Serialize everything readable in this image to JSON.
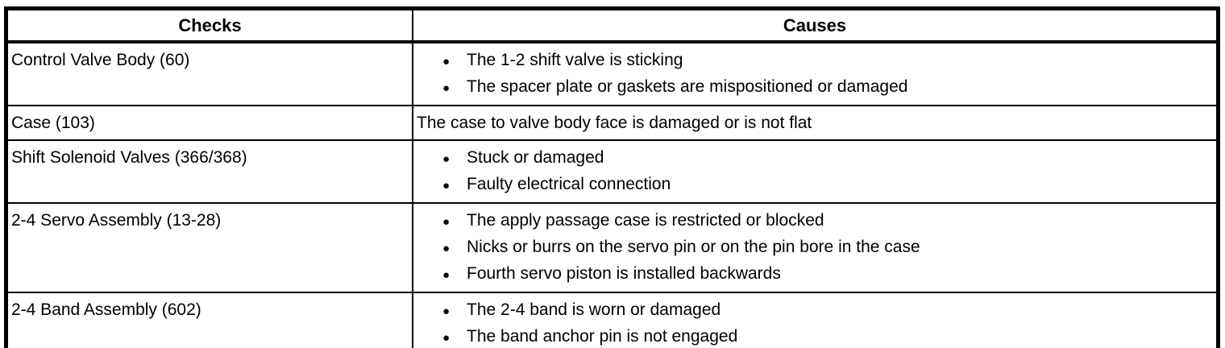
{
  "table": {
    "headers": {
      "checks": "Checks",
      "causes": "Causes"
    },
    "bullet_glyph": "●",
    "rows": [
      {
        "check": "Control Valve Body (60)",
        "bulleted": true,
        "causes": [
          "The 1-2 shift valve is sticking",
          "The spacer plate or gaskets are mispositioned or damaged"
        ]
      },
      {
        "check": "Case (103)",
        "bulleted": false,
        "causes": [
          "The case to valve body face is damaged or is not flat"
        ]
      },
      {
        "check": "Shift Solenoid Valves (366/368)",
        "bulleted": true,
        "causes": [
          "Stuck or damaged",
          "Faulty electrical connection"
        ]
      },
      {
        "check": "2-4 Servo Assembly (13-28)",
        "bulleted": true,
        "causes": [
          "The apply passage case is restricted or blocked",
          "Nicks or burrs on the servo pin or on the pin bore in the case",
          "Fourth servo piston is installed backwards"
        ]
      },
      {
        "check": "2-4 Band Assembly (602)",
        "bulleted": true,
        "causes": [
          "The 2-4 band is worn or damaged",
          "The band anchor pin is not engaged"
        ]
      }
    ],
    "colors": {
      "border": "#000000",
      "background": "#ffffff",
      "text": "#000000"
    }
  }
}
